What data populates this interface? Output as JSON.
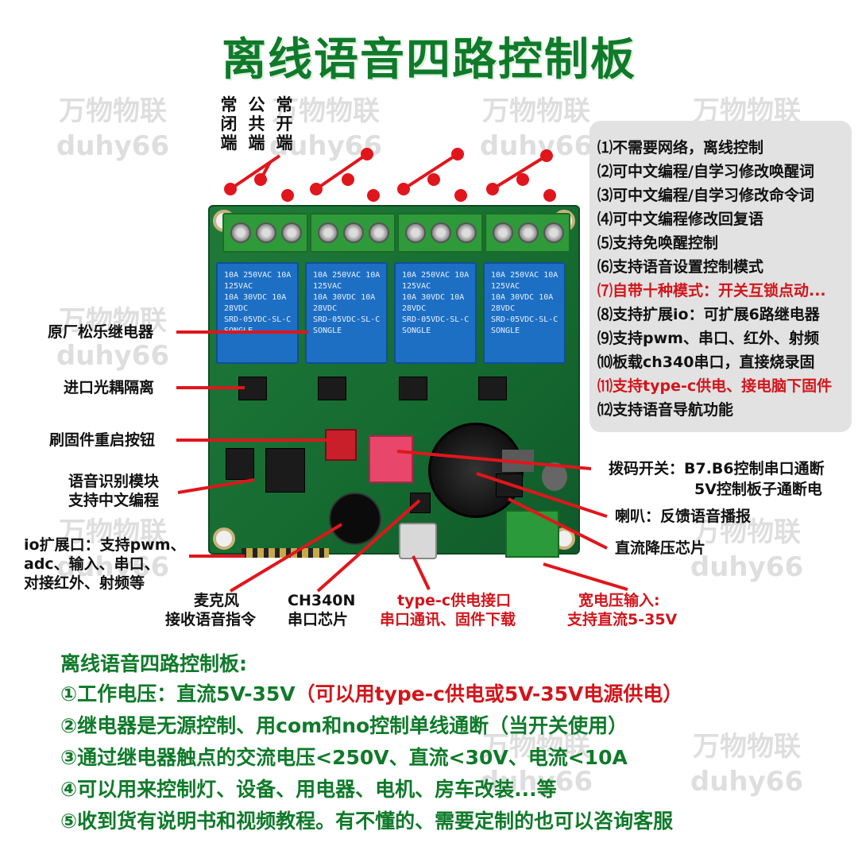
{
  "title": "离线语音四路控制板",
  "watermarks": [
    "万物物联\nduhy66",
    "万物物联\nduhy66",
    "万物物联\nduhy66",
    "万物物联\nduhy66",
    "万物物联\nduhy66",
    "万物物联\nduhy66",
    "万物物联\nduhy66",
    "万物物联\nduhy66",
    "万物物联\nduhy66",
    "万物物联\nduhy66"
  ],
  "terminal_labels": {
    "nc": "常闭端",
    "com": "公共端",
    "no": "常开端"
  },
  "relay_print": "10A 250VAC 10A 125VAC\n10A 30VDC 10A 28VDC\nSRD-05VDC-SL-C\nSONGLE",
  "left_labels": {
    "relay": "原厂松乐继电器",
    "optocoupler": "进口光耦隔离",
    "flash_button": "刷固件重启按钮",
    "voice_module_1": "语音识别模块",
    "voice_module_2": "支持中文编程",
    "io_1": "io扩展口：支持pwm、",
    "io_2": "adc、输入、串口、",
    "io_3": "对接红外、射频等"
  },
  "bottom_labels": {
    "mic_1": "麦克风",
    "mic_2": "接收语音指令",
    "ch340_1": "CH340N",
    "ch340_2": "串口芯片",
    "typec_1": "type-c供电接口",
    "typec_2": "串口通讯、固件下载",
    "wide_1": "宽电压输入:",
    "wide_2": "支持直流5-35V"
  },
  "right_labels": {
    "dip_1": "拨码开关：B7.B6控制串口通断",
    "dip_2": "5V控制板子通断电",
    "speaker": "喇叭：反馈语音播报",
    "buck": "直流降压芯片"
  },
  "features": [
    {
      "text": "⑴不需要网络，离线控制",
      "highlight": false
    },
    {
      "text": "⑵可中文编程/自学习修改唤醒词",
      "highlight": false
    },
    {
      "text": "⑶可中文编程/自学习修改命令词",
      "highlight": false
    },
    {
      "text": "⑷可中文编程修改回复语",
      "highlight": false
    },
    {
      "text": "⑸支持免唤醒控制",
      "highlight": false
    },
    {
      "text": "⑹支持语音设置控制模式",
      "highlight": false
    },
    {
      "text": "⑺自带十种模式：开关互锁点动...",
      "highlight": true
    },
    {
      "text": "⑻支持扩展io：可扩展6路继电器",
      "highlight": false
    },
    {
      "text": "⑼支持pwm、串口、红外、射频",
      "highlight": false
    },
    {
      "text": "⑽板载ch340串口，直接烧录固",
      "highlight": false
    },
    {
      "text": "⑾支持type-c供电、接电脑下固件",
      "highlight": true
    },
    {
      "text": "⑿支持语音导航功能",
      "highlight": false
    }
  ],
  "summary": {
    "heading": "离线语音四路控制板:",
    "line1_a": "①工作电压：直流5V-35V",
    "line1_b": "（可以用type-c供电或5V-35V电源供电）",
    "line2": "②继电器是无源控制、用com和no控制单线通断（当开关使用）",
    "line3": "③通过继电器触点的交流电压<250V、直流<30V、电流<10A",
    "line4": "④可以用来控制灯、设备、用电器、电机、房车改装...等",
    "line5": "⑤收到货有说明书和视频教程。有不懂的、需要定制的也可以咨询客服"
  },
  "colors": {
    "title_green": "#0f7a2a",
    "pointer_red": "#e0161c",
    "relay_blue": "#1d6fc4",
    "pcb_green": "#1f7a3a"
  }
}
